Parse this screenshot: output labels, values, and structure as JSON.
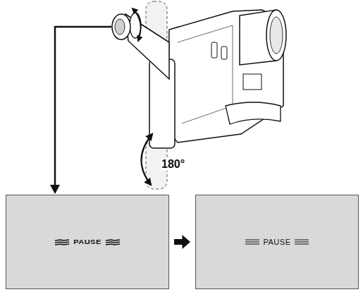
{
  "diagram": {
    "nodes": [
      {
        "text": [
          "PAUSE"
        ]
      },
      {
        "text": [
          "PAUSE"
        ]
      }
    ],
    "edges": [
      {
        "from": 0,
        "to": 1,
        "arrow": "to"
      }
    ],
    "labels": [
      "180°"
    ]
  }
}
